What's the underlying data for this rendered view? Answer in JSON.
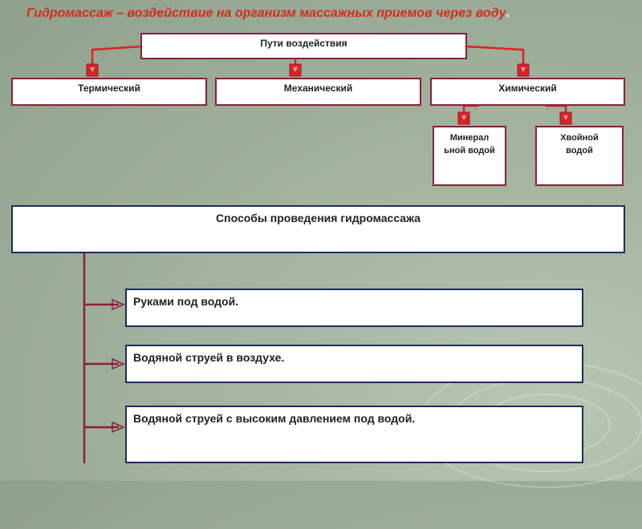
{
  "title": {
    "text": "Гидромассаж – воздействие на организм массажных приемов через воду",
    "dot": "."
  },
  "paths": {
    "header": "Пути воздействия",
    "items": [
      "Термический",
      "Механический",
      "Химический"
    ]
  },
  "chemical": {
    "items": [
      "Минерал ьной водой",
      "Хвойной водой"
    ]
  },
  "methods": {
    "header": "Способы проведения гидромассажа",
    "items": [
      "Руками под водой.",
      "Водяной струей в воздухе.",
      "Водяной струей с высоким давлением под водой."
    ]
  },
  "colors": {
    "title": "#d62a1e",
    "connector_red": "#e02020",
    "box_border": "#8a1f3c",
    "method_border": "#1d2d5c",
    "method_connector": "#8a1f3c"
  }
}
